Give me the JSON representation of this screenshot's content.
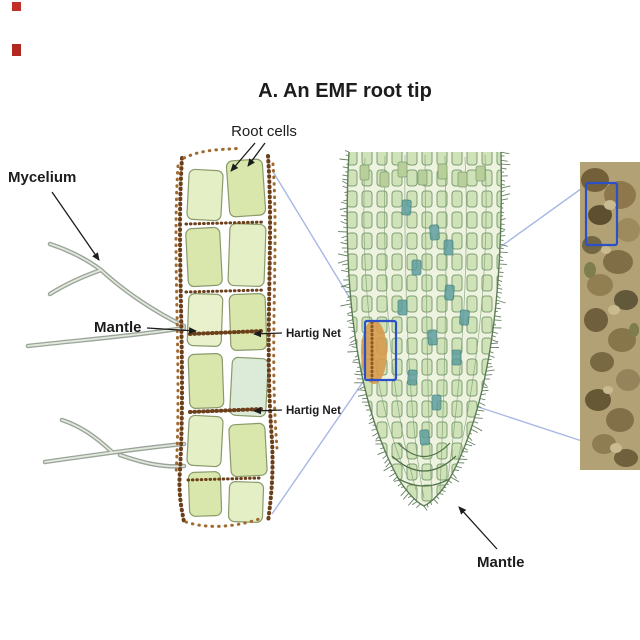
{
  "title": "A. An EMF root tip",
  "labels": {
    "root_cells": "Root cells",
    "mycelium": "Mycelium",
    "mantle": "Mantle",
    "hartig_net_1": "Hartig Net",
    "hartig_net_2": "Hartig Net",
    "mantle_bottom": "Mantle"
  },
  "colors": {
    "highlight_blue": "#2b50c8",
    "connector_blue": "#a8b8e4",
    "cell_green": "#d9e7ad",
    "mantle_brown": "#6b3f1a",
    "hypha_grey": "#9aa49a",
    "photo_base": "#b3a176"
  }
}
